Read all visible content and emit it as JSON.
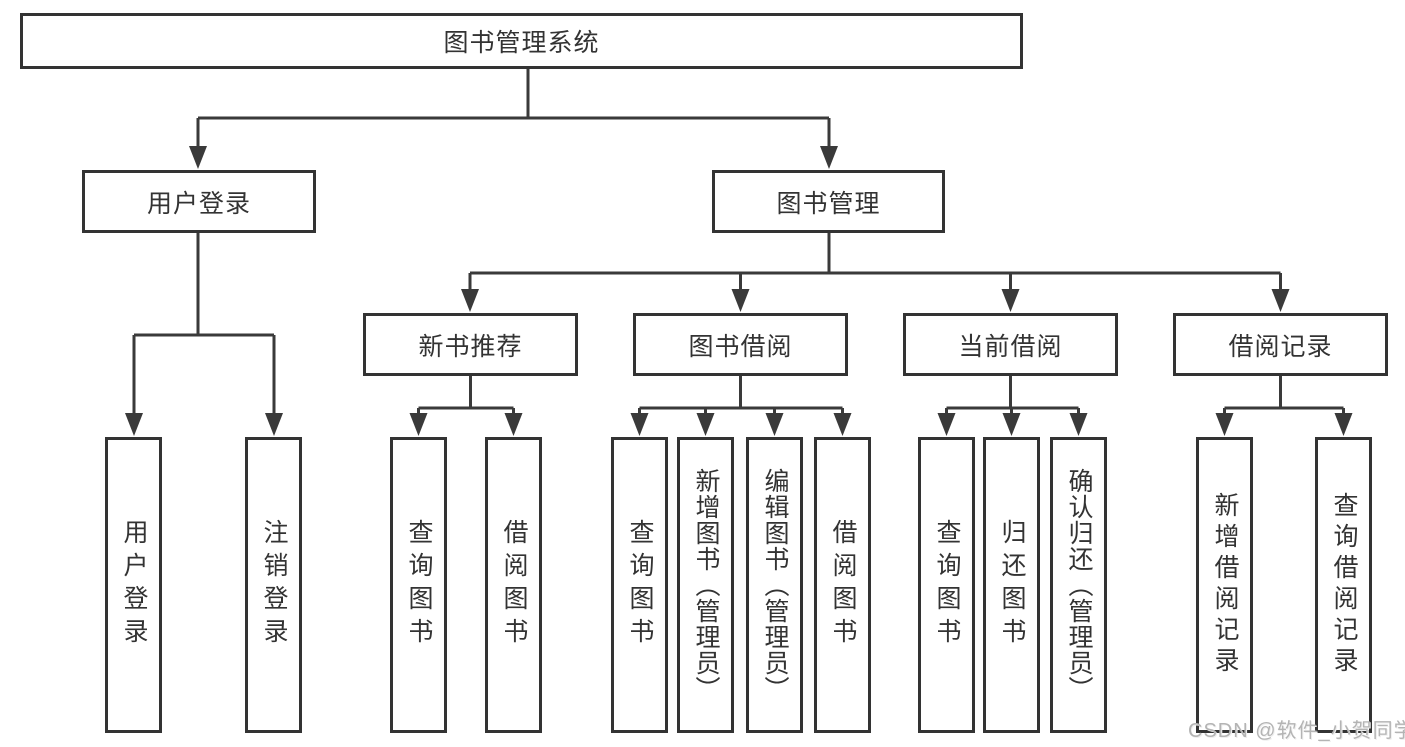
{
  "tree": {
    "label": "图书管理系统",
    "children": [
      {
        "label": "用户登录",
        "children": [
          {
            "label": "用户登录"
          },
          {
            "label": "注销登录"
          }
        ]
      },
      {
        "label": "图书管理",
        "children": [
          {
            "label": "新书推荐",
            "children": [
              {
                "label": "查询图书"
              },
              {
                "label": "借阅图书"
              }
            ]
          },
          {
            "label": "图书借阅",
            "children": [
              {
                "label": "查询图书"
              },
              {
                "label": "新增图书（管理员）"
              },
              {
                "label": "编辑图书（管理员）"
              },
              {
                "label": "借阅图书"
              }
            ]
          },
          {
            "label": "当前借阅",
            "children": [
              {
                "label": "查询图书"
              },
              {
                "label": "归还图书"
              },
              {
                "label": "确认归还（管理员）"
              }
            ]
          },
          {
            "label": "借阅记录",
            "children": [
              {
                "label": "新增借阅记录"
              },
              {
                "label": "查询借阅记录"
              }
            ]
          }
        ]
      }
    ]
  },
  "watermark": "CSDN @软件_小贺同学",
  "colors": {
    "line": "#3a3a3a",
    "box_border": "#333333",
    "text": "#333333",
    "background": "#ffffff",
    "watermark": "#b4b4b4"
  }
}
